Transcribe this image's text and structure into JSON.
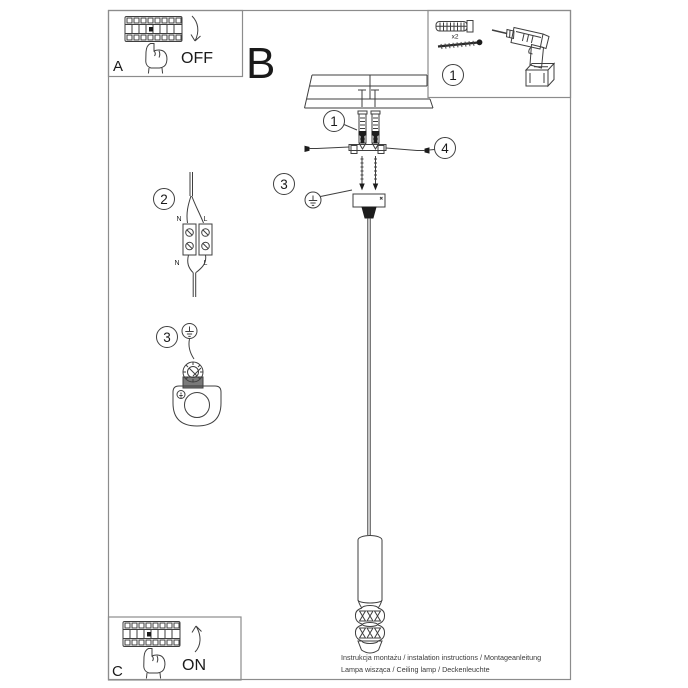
{
  "panel_a": {
    "label": "A",
    "switch_state": "OFF"
  },
  "panel_b": {
    "label": "B"
  },
  "panel_c": {
    "label": "C",
    "switch_state": "ON"
  },
  "tools_panel": {
    "callout": "1",
    "anchor_qty": "x2"
  },
  "callouts": {
    "anchors": "1",
    "connector": "2",
    "ground": "3",
    "bracket_screws": "4"
  },
  "wiring": {
    "neutral": "N",
    "live": "L"
  },
  "footer": {
    "line1": "Instrukcja montażu / instalation instructions / Montageanleitung",
    "line2": "Lampa wisząca / Ceiling lamp / Deckenleuchte"
  },
  "colors": {
    "line_color": "#3f3f3f",
    "panel_border": "#8c8c8c",
    "dark_fill": "#1c1c1c",
    "background": "#ffffff"
  }
}
